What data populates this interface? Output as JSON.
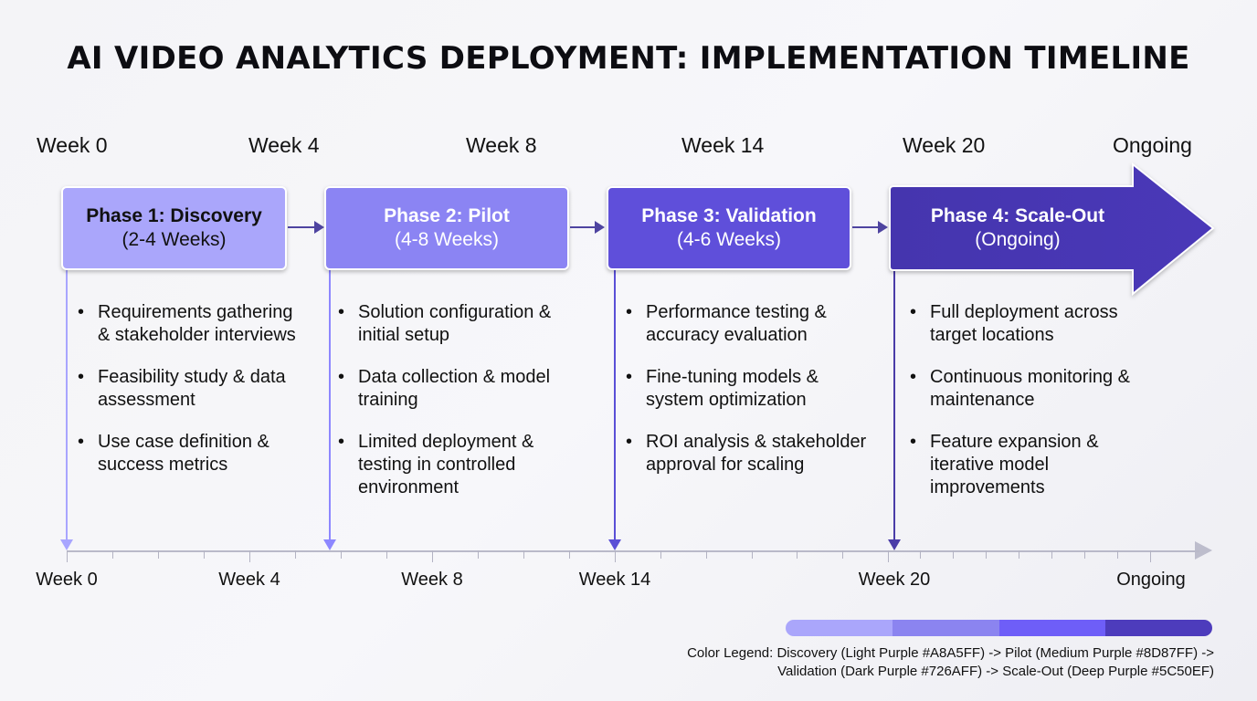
{
  "title": "AI VIDEO ANALYTICS DEPLOYMENT: IMPLEMENTATION TIMELINE",
  "top_labels": [
    "Week 0",
    "Week 4",
    "Week 8",
    "Week 14",
    "Week 20",
    "Ongoing"
  ],
  "phases": [
    {
      "title": "Phase 1: Discovery",
      "duration": "(2-4 Weeks)",
      "color": "#A8A5FF",
      "bullets": [
        "Requirements gathering & stakeholder interviews",
        "Feasibility study & data assessment",
        "Use case definition & success metrics"
      ]
    },
    {
      "title": "Phase 2: Pilot",
      "duration": "(4-8 Weeks)",
      "color": "#8D87FF",
      "bullets": [
        "Solution configuration & initial setup",
        "Data collection & model training",
        "Limited deployment & testing in controlled environment"
      ]
    },
    {
      "title": "Phase 3: Validation",
      "duration": "(4-6 Weeks)",
      "color": "#726AFF",
      "bullets": [
        "Performance testing & accuracy evaluation",
        "Fine-tuning models & system optimization",
        "ROI analysis & stakeholder approval for scaling"
      ]
    },
    {
      "title": "Phase 4: Scale-Out",
      "duration": "(Ongoing)",
      "color": "#5C50EF",
      "bullets": [
        "Full deployment across target locations",
        "Continuous monitoring & maintenance",
        "Feature expansion & iterative model improvements"
      ]
    }
  ],
  "axis_labels": [
    "Week 0",
    "Week 4",
    "Week 8",
    "Week 14",
    "Week 20",
    "Ongoing"
  ],
  "legend": {
    "colors": [
      "#A8A5FF",
      "#8D87FF",
      "#726AFF",
      "#5C50EF"
    ],
    "line1": "Color Legend: Discovery (Light Purple #A8A5FF) -> Pilot (Medium Purple #8D87FF) ->",
    "line2": "Validation (Dark Purple #726AFF) -> Scale-Out (Deep Purple #5C50EF)"
  }
}
